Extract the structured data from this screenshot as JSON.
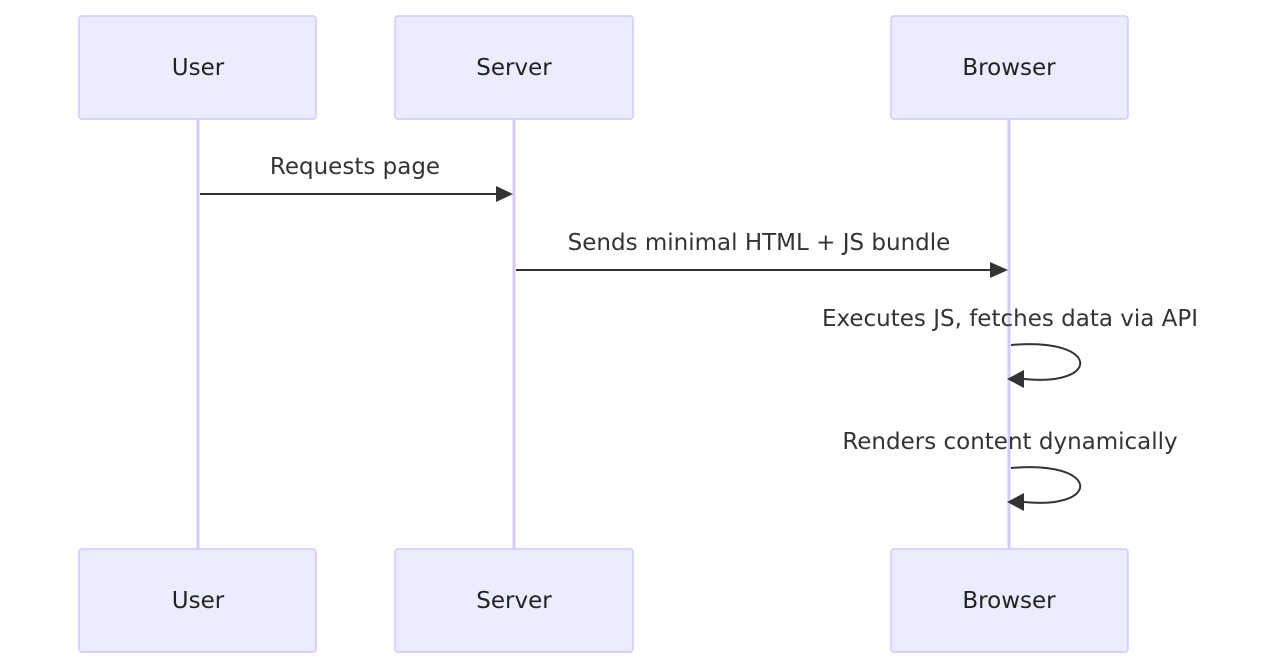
{
  "participants": [
    {
      "id": "user",
      "label": "User"
    },
    {
      "id": "server",
      "label": "Server"
    },
    {
      "id": "browser",
      "label": "Browser"
    }
  ],
  "messages": [
    {
      "from": "user",
      "to": "server",
      "label": "Requests page"
    },
    {
      "from": "server",
      "to": "browser",
      "label": "Sends minimal HTML + JS bundle"
    },
    {
      "from": "browser",
      "to": "browser",
      "label": "Executes JS, fetches data via API"
    },
    {
      "from": "browser",
      "to": "browser",
      "label": "Renders content dynamically"
    }
  ],
  "colors": {
    "actor_fill": "#ececff",
    "actor_stroke": "#d3c7ff",
    "lifeline": "#d7c9f5",
    "message": "#333333"
  }
}
